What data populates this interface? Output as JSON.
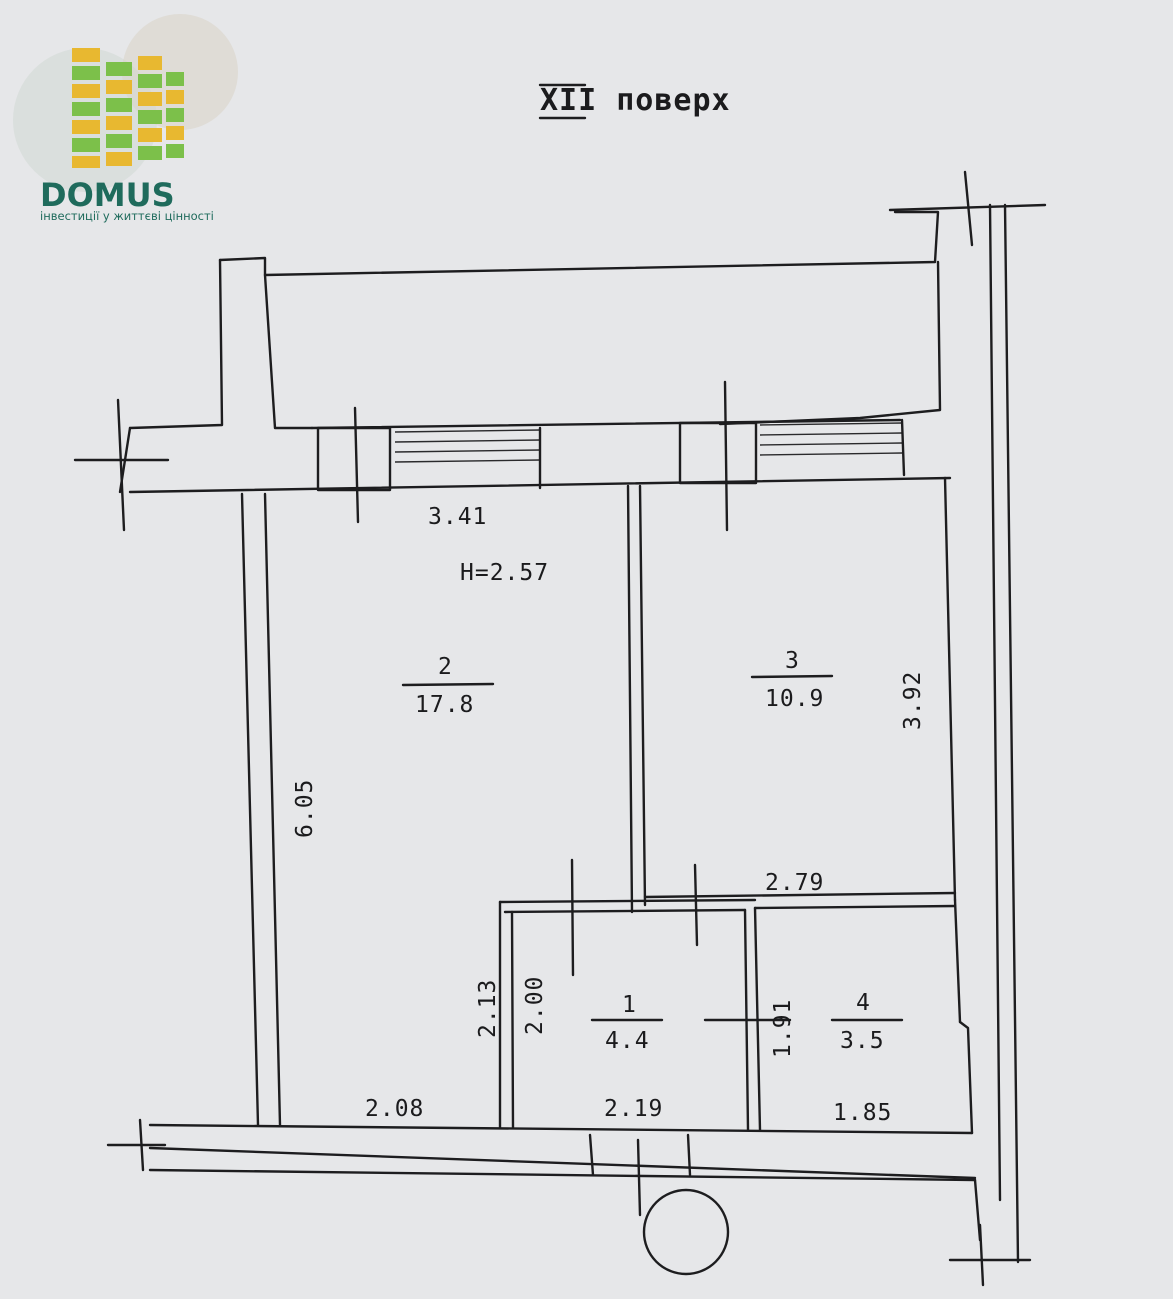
{
  "logo": {
    "name": "DOMUS",
    "tagline": "інвестиції у життєві цінності",
    "colors": {
      "green": "#1f6b5c",
      "yellow": "#e8b830",
      "lime": "#7cc04a"
    }
  },
  "plan": {
    "floor_title": "XII поверх",
    "height_label": "H=2.57",
    "rooms": [
      {
        "number": "1",
        "area": "4.4"
      },
      {
        "number": "2",
        "area": "17.8"
      },
      {
        "number": "3",
        "area": "10.9"
      },
      {
        "number": "4",
        "area": "3.5"
      }
    ],
    "dimensions": {
      "top_width": "3.41",
      "left_height": "6.05",
      "right_height": "3.92",
      "mid_width": "2.79",
      "bath_height_outer": "2.13",
      "bath_height_inner": "2.00",
      "wc_height": "1.91",
      "bottom_left": "2.08",
      "bottom_mid": "2.19",
      "bottom_right": "1.85"
    }
  }
}
